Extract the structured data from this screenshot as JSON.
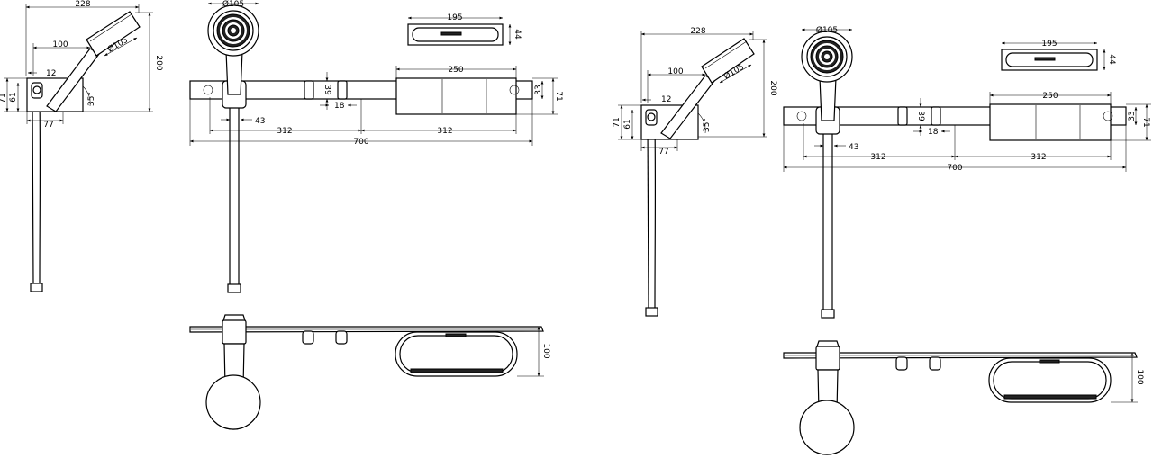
{
  "dimensions": {
    "overall_length": "700",
    "half_span_left": "312",
    "half_span_right": "312",
    "shelf_length": "250",
    "shelf_plan_length": "195",
    "shelf_plan_depth": "44",
    "shower_head_diameter": "Ø105",
    "holder_offset": "43",
    "bracket_height": "39",
    "bracket_width": "18",
    "rail_height": "33",
    "wall_height": "71",
    "projection_depth": "100",
    "side_total_width": "228",
    "side_head_reach": "100",
    "side_total_height": "200",
    "side_offset_small": "12",
    "side_height_71": "71",
    "side_height_61": "61",
    "side_depth_77": "77",
    "side_angle": "35°",
    "side_head_diameter": "Ø105"
  }
}
